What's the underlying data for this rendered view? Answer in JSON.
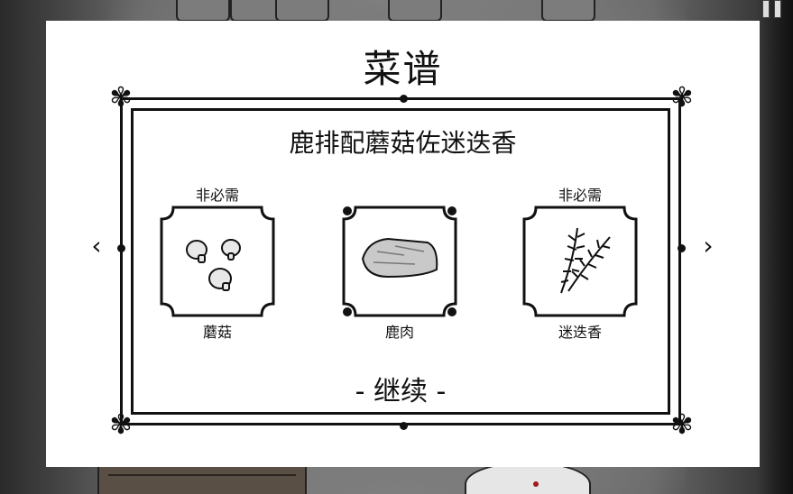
{
  "panel": {
    "title": "菜谱",
    "recipe_name": "鹿排配蘑菇佐迷迭香",
    "continue_label": "- 继续 -",
    "nav": {
      "prev_icon": "‹",
      "next_icon": "›"
    }
  },
  "ingredients": [
    {
      "tag": "非必需",
      "label": "蘑菇",
      "icon": "mushroom-icon",
      "required": false
    },
    {
      "tag": "",
      "label": "鹿肉",
      "icon": "venison-icon",
      "required": true
    },
    {
      "tag": "非必需",
      "label": "迷迭香",
      "icon": "rosemary-icon",
      "required": false
    }
  ],
  "colors": {
    "panel_bg": "#ffffff",
    "ink": "#111111"
  }
}
